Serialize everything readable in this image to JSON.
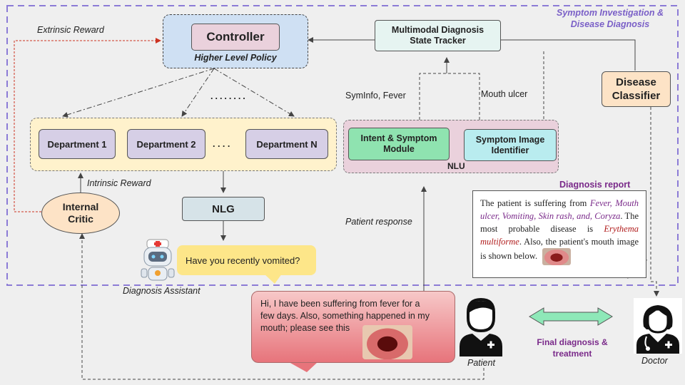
{
  "region_title": [
    "Symptom Investigation &",
    "Disease Diagnosis"
  ],
  "controller": {
    "title": "Controller",
    "subtitle": "Higher Level Policy"
  },
  "state_tracker": {
    "line1": "Multimodal Diagnosis",
    "line2": "State Tracker"
  },
  "disease_classifier": {
    "line1": "Disease",
    "line2": "Classifier"
  },
  "extrinsic_reward": "Extrinsic Reward",
  "intrinsic_reward": "Intrinsic Reward",
  "departments": [
    "Department 1",
    "Department 2",
    "Department N"
  ],
  "dept_ellipsis": ". . . .",
  "controller_ellipsis": "........",
  "internal_critic": {
    "line1": "Internal",
    "line2": "Critic"
  },
  "nlg": "NLG",
  "nlu": {
    "label": "NLU",
    "intent_module": {
      "line1": "Intent & Symptom",
      "line2": "Module"
    },
    "image_identifier": {
      "line1": "Symptom Image",
      "line2": "Identifier"
    }
  },
  "symptom_labels": {
    "left": "SymInfo, Fever",
    "right": "Mouth ulcer"
  },
  "assistant": {
    "question": "Have you recently vomited?",
    "caption": "Diagnosis Assistant"
  },
  "patient_response_label": "Patient response",
  "patient_message": [
    "Hi, I have been suffering from fever for a",
    "few days. Also, something happened in my",
    "mouth; please see this"
  ],
  "patient_caption": "Patient",
  "doctor_caption": "Doctor",
  "final_diagnosis": [
    "Final diagnosis &",
    "treatment"
  ],
  "report": {
    "title": "Diagnosis report",
    "text_intro": "The patient is suffering from ",
    "symptoms": "Fever, Mouth ulcer, Vomiting, Skin rash, and, Coryza",
    "text_mid": ". The most probable disease is ",
    "disease": "Erythema multiforme",
    "text_end": ". Also, the patient's mouth image is shown below."
  },
  "colors": {
    "controller_bg": "#cfe0f3",
    "dept_row_bg": "#fff2cc",
    "department_bg": "#d6cfe6",
    "nlu_bg": "#ead1dc",
    "intent_bg": "#8fe3b0",
    "image_identifier_bg": "#b9ecef",
    "state_tracker_bg": "#e6f4f1",
    "critic_bg": "#fde3c6",
    "classifier_bg": "#fde3c6",
    "nlg_bg": "#d6e3e8",
    "region_border": "#8c7bd6",
    "extrinsic_arrow": "#cc3322",
    "report_highlight": "#7a2a8a",
    "disease_highlight": "#b01c1c",
    "final_arrow": "#8ee8b8"
  }
}
